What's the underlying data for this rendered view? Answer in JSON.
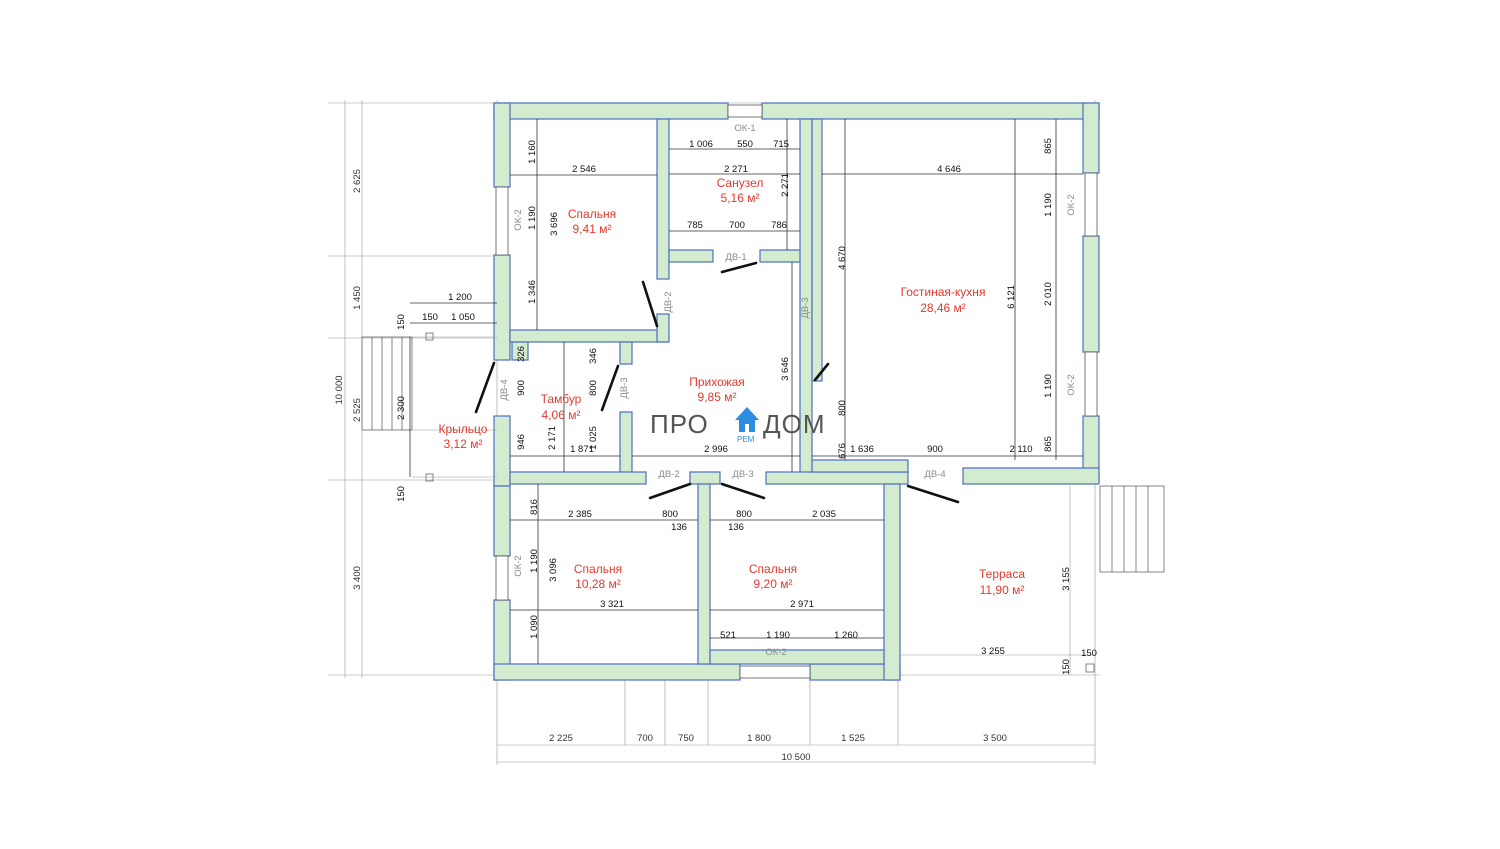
{
  "rooms": {
    "bedroom1": {
      "name": "Спальня",
      "area": "9,41 м²"
    },
    "bathroom": {
      "name": "Санузел",
      "area": "5,16 м²"
    },
    "living": {
      "name": "Гостиная-кухня",
      "area": "28,46 м²"
    },
    "vestibule": {
      "name": "Тамбур",
      "area": "4,06 м²"
    },
    "hall": {
      "name": "Прихожая",
      "area": "9,85 м²"
    },
    "porch": {
      "name": "Крыльцо",
      "area": "3,12 м²"
    },
    "bedroom2": {
      "name": "Спальня",
      "area": "10,28 м²"
    },
    "bedroom3": {
      "name": "Спальня",
      "area": "9,20 м²"
    },
    "terrace": {
      "name": "Терраса",
      "area": "11,90 м²"
    }
  },
  "tags": {
    "ok1": "ОК-1",
    "ok2": "ОК-2",
    "dv1": "ДВ-1",
    "dv2": "ДВ-2",
    "dv3": "ДВ-3",
    "dv4": "ДВ-4"
  },
  "logo": {
    "left": "ПРО",
    "right": "ДОМ",
    "sub": "РЕМ"
  },
  "dims": {
    "bottom_segments": [
      "2 225",
      "700",
      "750",
      "1 800",
      "1 525",
      "3 500"
    ],
    "bottom_total": "10 500",
    "left_segments": [
      "2 625",
      "1 450",
      "2 525",
      "3 400"
    ],
    "left_total": "10 000",
    "porch": [
      "1 200",
      "150",
      "1 050",
      "150",
      "2 300",
      "150"
    ],
    "bedroom1": [
      "2 546",
      "1 160",
      "1 190",
      "1 346",
      "3 696"
    ],
    "bathroom": [
      "1 006",
      "550",
      "715",
      "2 271",
      "2 271",
      "785",
      "700",
      "786"
    ],
    "living": [
      "4 646",
      "865",
      "1 190",
      "4 670",
      "2 010",
      "6 121",
      "1 190",
      "865",
      "1 636",
      "900",
      "2 110",
      "676",
      "800",
      "3 646"
    ],
    "vestibule": [
      "326",
      "346",
      "900",
      "800",
      "946",
      "2 171",
      "1 025",
      "1 871"
    ],
    "hall": [
      "2 996"
    ],
    "bedroom2": [
      "816",
      "2 385",
      "800",
      "136",
      "1 190",
      "3 096",
      "3 321",
      "1 090"
    ],
    "bedroom3": [
      "800",
      "136",
      "2 035",
      "2 971",
      "521",
      "1 190",
      "1 260"
    ],
    "terrace": [
      "3 155",
      "150",
      "3 255",
      "150"
    ]
  }
}
